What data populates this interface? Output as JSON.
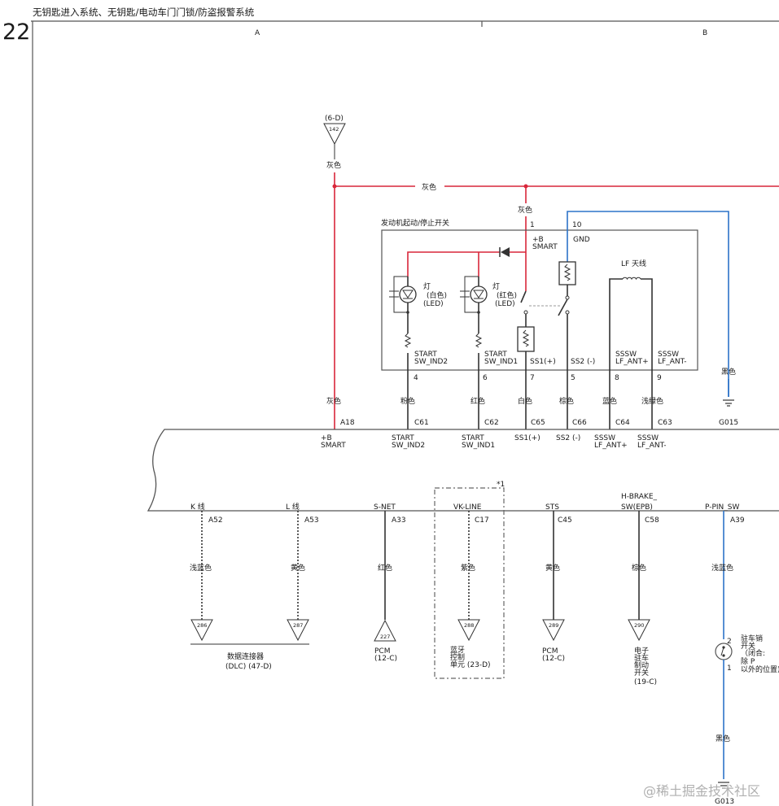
{
  "header": {
    "title": "无钥匙进入系统、无钥匙/电动车门门锁/防盗报警系统",
    "page_number": "22",
    "zone_a": "A",
    "zone_b": "B"
  },
  "colors": {
    "red_wire": "#d9263a",
    "blue_wire": "#2d73c8",
    "black_wire": "#333333"
  },
  "top": {
    "source_ref": "(6-D)",
    "source_num": "142",
    "wire_left": "灰色",
    "wire_bus": "灰色",
    "wire_pin1": "灰色"
  },
  "switch_box": {
    "title": "发动机起动/停止开关",
    "pin1": "1",
    "pin1_name_1": "+B",
    "pin1_name_2": "SMART",
    "pin10": "10",
    "pin10_name": "GND",
    "antenna_label": "LF 天线",
    "lamp1": {
      "name": "灯",
      "color": "(白色)",
      "type": "(LED)"
    },
    "lamp2": {
      "name": "灯",
      "color": "(红色)",
      "type": "(LED)"
    },
    "pins": [
      {
        "l1": "START",
        "l2": "SW_IND2",
        "num": "4"
      },
      {
        "l1": "START",
        "l2": "SW_IND1",
        "num": "6"
      },
      {
        "l1": "SS1(+)",
        "l2": "",
        "num": "7"
      },
      {
        "l1": "SS2 (-)",
        "l2": "",
        "num": "5"
      },
      {
        "l1": "SSSW",
        "l2": "LF_ANT+",
        "num": "8"
      },
      {
        "l1": "SSSW",
        "l2": "LF_ANT-",
        "num": "9"
      }
    ]
  },
  "upper_wires": [
    {
      "color": "灰色",
      "conn": "A18",
      "n1": "+B",
      "n2": "SMART"
    },
    {
      "color": "粉色",
      "conn": "C61",
      "n1": "START",
      "n2": "SW_IND2"
    },
    {
      "color": "红色",
      "conn": "C62",
      "n1": "START",
      "n2": "SW_IND1"
    },
    {
      "color": "白色",
      "conn": "C65",
      "n1": "SS1(+)",
      "n2": ""
    },
    {
      "color": "棕色",
      "conn": "C66",
      "n1": "SS2 (-)",
      "n2": ""
    },
    {
      "color": "蓝色",
      "conn": "C64",
      "n1": "SSSW",
      "n2": "LF_ANT+"
    },
    {
      "color": "浅绿色",
      "conn": "C63",
      "n1": "SSSW",
      "n2": "LF_ANT-"
    }
  ],
  "ground_top": {
    "color": "黑色",
    "label": "G015"
  },
  "lower_wires": [
    {
      "name": "K 线",
      "conn": "A52",
      "color": "浅蓝色",
      "ref": "286"
    },
    {
      "name": "L 线",
      "conn": "A53",
      "color": "黄色",
      "ref": "287"
    },
    {
      "name": "S-NET",
      "conn": "A33",
      "color": "红色",
      "ref": "227"
    },
    {
      "name": "VK-LINE",
      "conn": "C17",
      "color": "紫色",
      "ref": "288"
    },
    {
      "name": "STS",
      "conn": "C45",
      "color": "黄色",
      "ref": "289"
    },
    {
      "name": "H-BRAKE_",
      "name2": "SW(EPB)",
      "conn": "C58",
      "color": "棕色",
      "ref": "290"
    },
    {
      "name": "P-PIN_SW",
      "conn": "A39",
      "color": "浅蓝色",
      "ref": ""
    }
  ],
  "dest": {
    "dlc_1": "数据连接器",
    "dlc_2": "(DLC) (47-D)",
    "pcm1_1": "PCM",
    "pcm1_2": "(12-C)",
    "bt_1": "蓝牙",
    "bt_2": "控制",
    "bt_3": "单元 (23-D)",
    "pcm2_1": "PCM",
    "pcm2_2": "(12-C)",
    "epb_1": "电子",
    "epb_2": "驻车",
    "epb_3": "制动",
    "epb_4": "开关",
    "epb_5": "(19-C)",
    "note": "*1"
  },
  "park_switch": {
    "pin_top": "2",
    "pin_bottom": "1",
    "l1": "驻车销",
    "l2": "开关",
    "l3": "（闭合:",
    "l4": "除 P",
    "l5": "以外的位置)",
    "wire_color": "黑色",
    "ground": "G013"
  },
  "watermark": "@稀土掘金技术社区"
}
